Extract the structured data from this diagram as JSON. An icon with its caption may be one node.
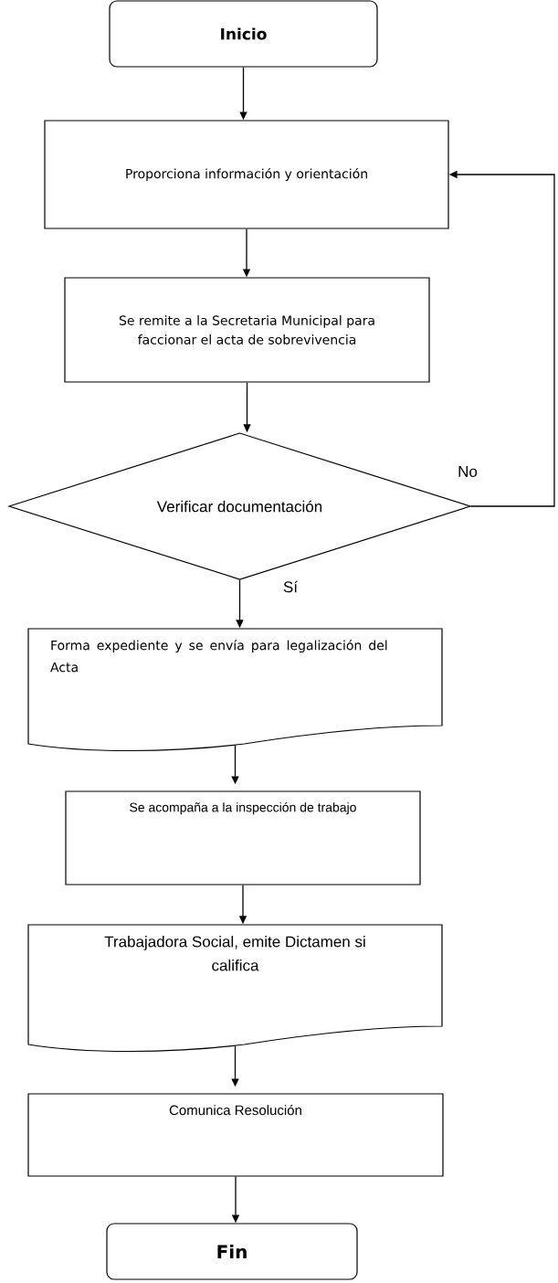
{
  "diagram": {
    "nodes": [
      {
        "text": [
          "Inicio"
        ]
      },
      {
        "text": [
          "Proporciona información y orientación"
        ]
      },
      {
        "text": [
          "Se remite a la Secretaria Municipal para faccionar el acta de sobrevivencia"
        ]
      },
      {
        "text": [
          "Verificar documentación"
        ]
      },
      {
        "text": [
          "Forma expediente y se envía para legalización del Acta"
        ]
      },
      {
        "text": [
          "Se acompaña a la inspección de trabajo"
        ]
      },
      {
        "text": [
          "Trabajadora Social, emite Dictamen si califica"
        ]
      },
      {
        "text": [
          "Comunica Resolución"
        ]
      },
      {
        "text": [
          "Fin"
        ]
      }
    ],
    "edges": [
      {
        "from": 0,
        "to": 1,
        "arrow": "to"
      },
      {
        "from": 1,
        "to": 2,
        "arrow": "to"
      },
      {
        "from": 2,
        "to": 3,
        "arrow": "to"
      },
      {
        "from": 3,
        "to": 4,
        "arrow": "to",
        "label": "Sí"
      },
      {
        "from": 3,
        "to": 1,
        "arrow": "to",
        "label": "No"
      },
      {
        "from": 4,
        "to": 5,
        "arrow": "to"
      },
      {
        "from": 5,
        "to": 6,
        "arrow": "to"
      },
      {
        "from": 6,
        "to": 7,
        "arrow": "to"
      },
      {
        "from": 7,
        "to": 8,
        "arrow": "to"
      }
    ]
  }
}
